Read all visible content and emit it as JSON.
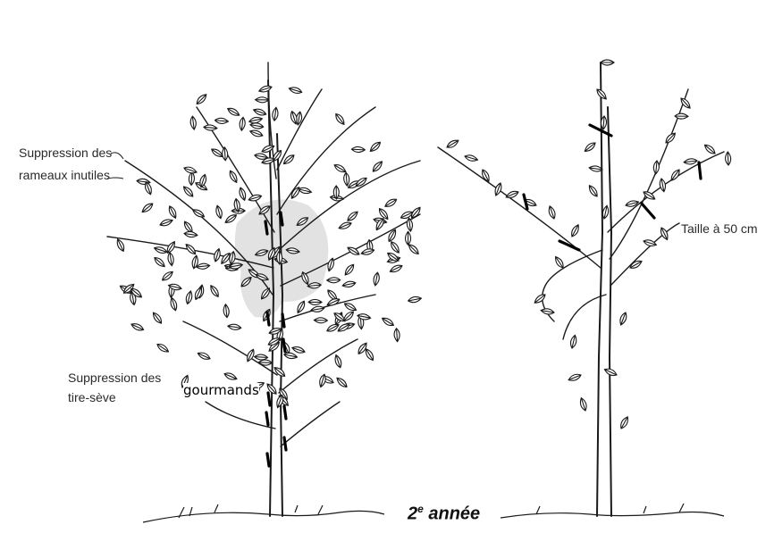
{
  "labels": {
    "suppression_rameaux_line1": "Suppression des",
    "suppression_rameaux_line2": "rameaux inutiles",
    "suppression_tire_seve_line1": "Suppression des",
    "suppression_tire_seve_line2": "tire-sève",
    "gourmands": "gourmands",
    "taille": "Taille à 50 cm"
  },
  "caption": {
    "number": "2",
    "superscript": "e",
    "word": "année"
  },
  "colors": {
    "ink": "#1a1a1a",
    "shade": "#d9d9d9",
    "cut_mark": "#000000"
  }
}
